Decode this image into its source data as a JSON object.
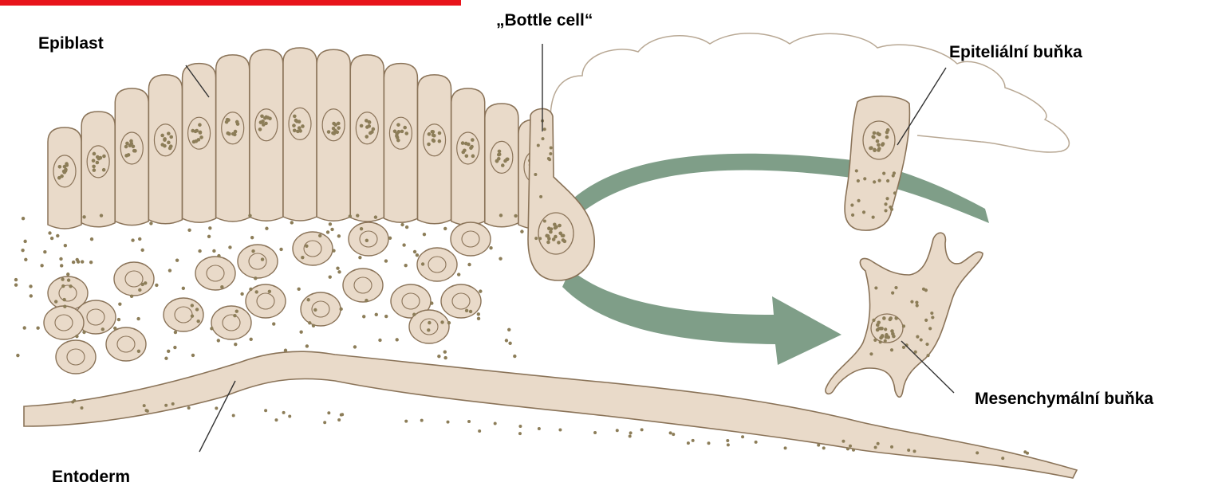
{
  "labels": {
    "epiblast": "Epiblast",
    "bottle_cell": "„Bottle cell“",
    "epithelial_cell": "Epiteliální buňka",
    "mesenchymal_cell": "Mesenchymální buňka",
    "entoderm": "Entoderm"
  },
  "colors": {
    "accent_bar": "#e8141b",
    "cell_fill": "#e9dac9",
    "cell_outline": "#8a7358",
    "granule": "#8c7d58",
    "arrow": "#7f9e88",
    "cloud_outline": "#b8a894",
    "leader_line": "#333333"
  },
  "icons": {
    "arrow": "transition-arrow"
  }
}
